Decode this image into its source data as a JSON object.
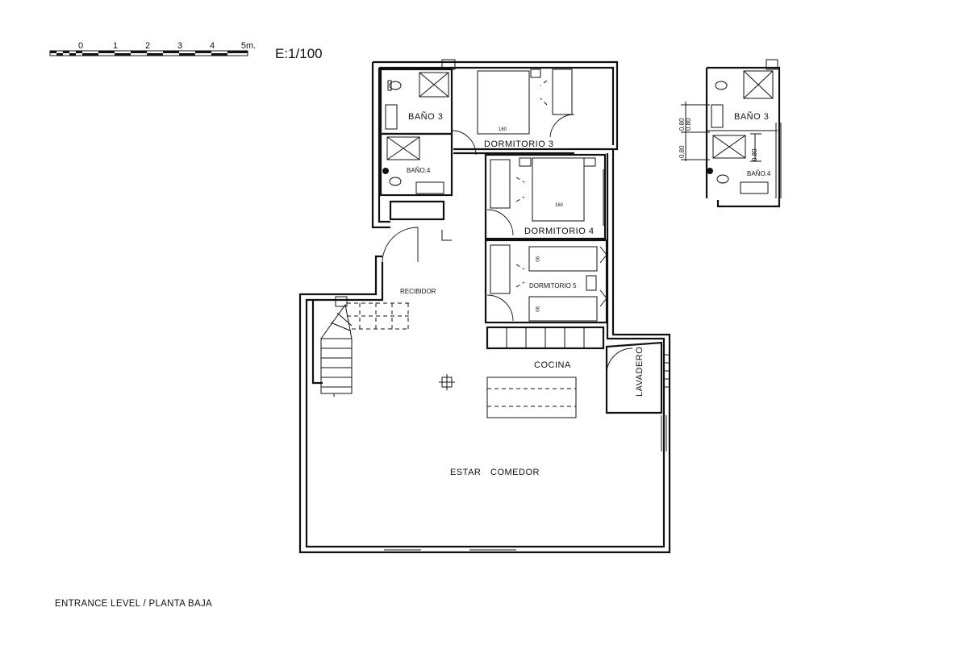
{
  "scale_bar": {
    "ticks": [
      "0",
      "1",
      "2",
      "3",
      "4",
      "5m."
    ],
    "ratio": "E:1/100"
  },
  "rooms": {
    "bano3": "BAÑO 3",
    "bano4": "BAÑO.4",
    "dormitorio3": "DORMITORIO 3",
    "dormitorio4": "DORMITORIO 4",
    "dormitorio5": "DORMITORIO 5",
    "recibidor": "RECIBIDOR",
    "cocina": "COCINA",
    "lavadero": "LAVADERO",
    "estar": "ESTAR",
    "comedor": "COMEDOR"
  },
  "bed_sizes": {
    "dorm3": "160",
    "dorm4": "160",
    "dorm5_a": "90",
    "dorm5_b": "90"
  },
  "detail": {
    "bano3": "BAÑO 3",
    "bano4": "BAÑO.4",
    "dims": [
      "0.80",
      "0.80",
      "0.80",
      "0.80"
    ]
  },
  "caption": "ENTRANCE LEVEL / PLANTA BAJA"
}
